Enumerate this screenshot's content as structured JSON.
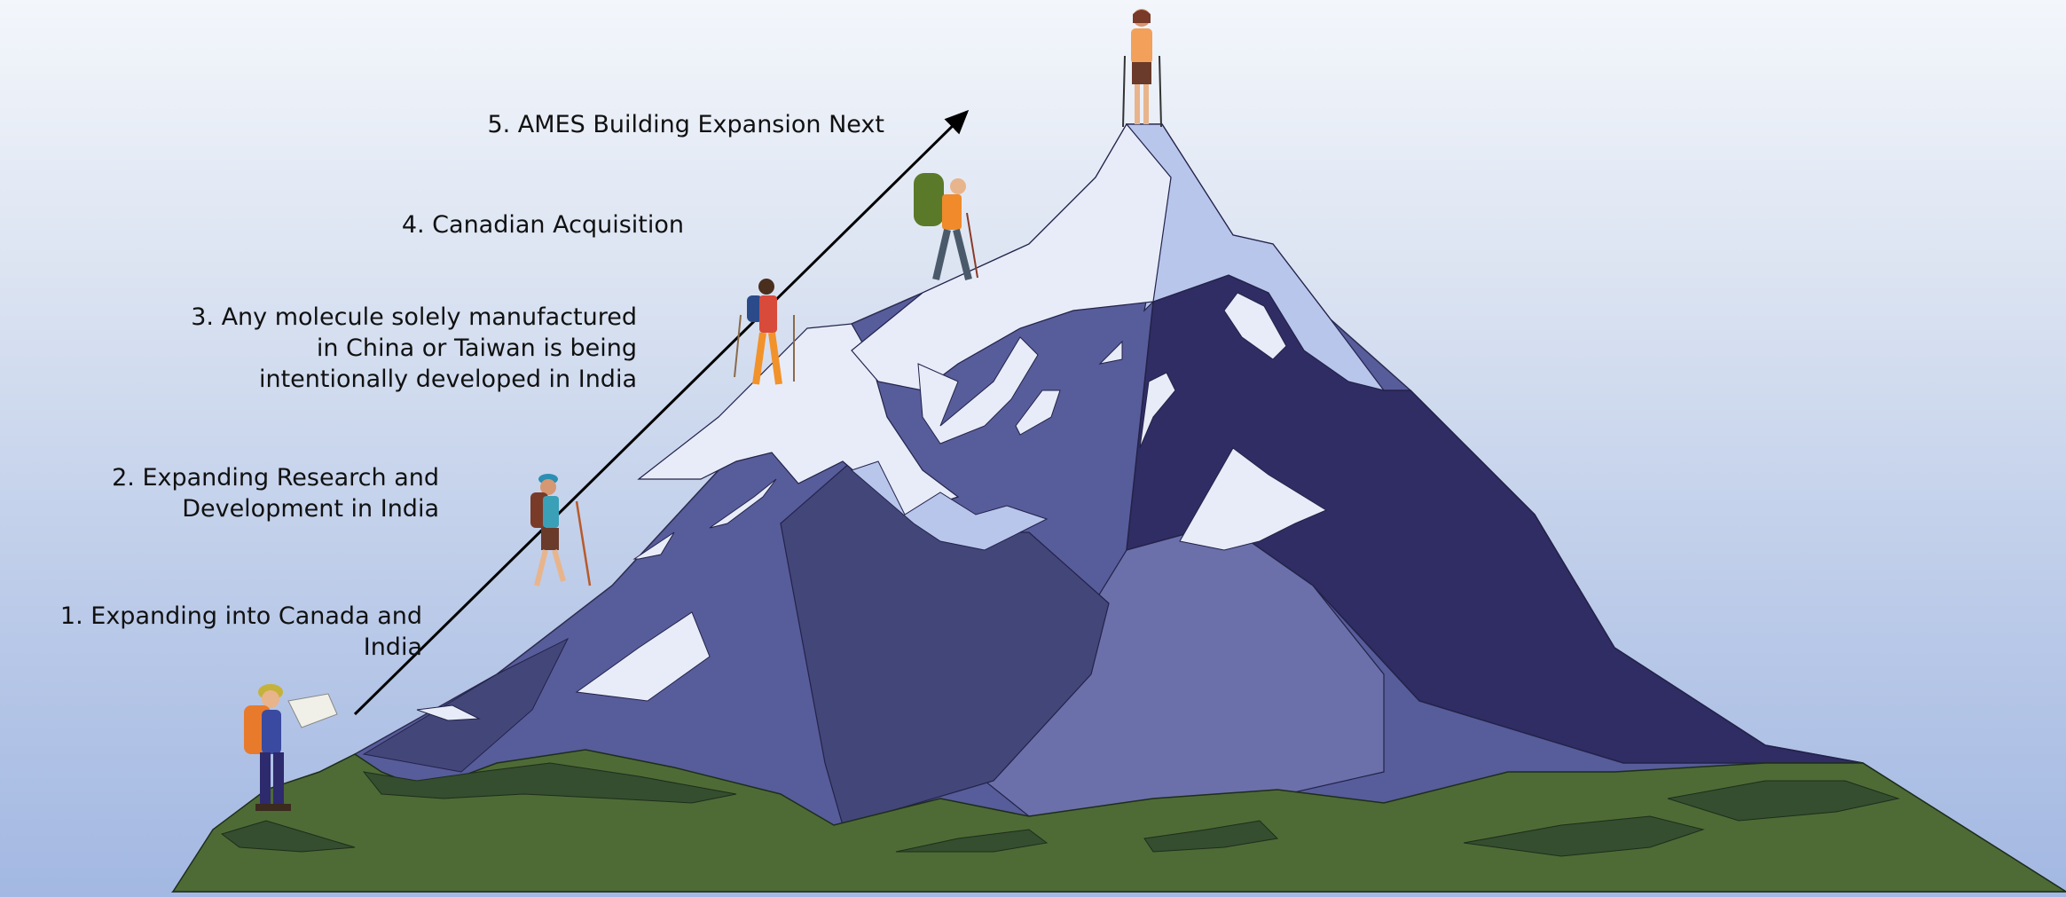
{
  "steps": [
    {
      "label": "1. Expanding into Canada and India"
    },
    {
      "label": "2. Expanding Research and\nDevelopment in India"
    },
    {
      "label": "3. Any molecule solely manufactured\nin China or Taiwan is being\nintentionally developed in India"
    },
    {
      "label": "4. Canadian Acquisition"
    },
    {
      "label": "5. AMES Building Expansion Next"
    }
  ],
  "colors": {
    "grass": "#4e6b36",
    "grass_dark": "#344e2f",
    "mountain_mid": "#575c9a",
    "mountain_dark": "#2f2d63",
    "mountain_light": "#6b70aa",
    "snow": "#e7ecf8",
    "snow_shadow": "#b8c6ec",
    "arrow": "#000000"
  }
}
